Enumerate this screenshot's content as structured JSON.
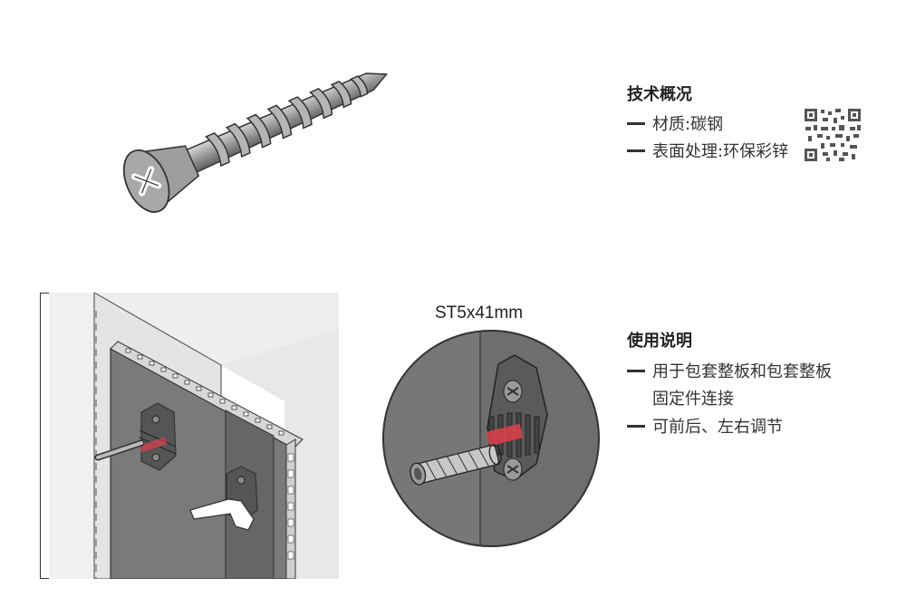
{
  "specs": {
    "title": "技术概况",
    "items": [
      "材质:碳钢",
      "表面处理:环保彩锌"
    ]
  },
  "usage": {
    "title": "使用说明",
    "item1_line1": "用于包套整板和包套整板",
    "item1_line2": "固定件连接",
    "item2": "可前后、左右调节"
  },
  "size_label": "ST5x41mm",
  "colors": {
    "text": "#333333",
    "panel_gray": "#7a7a7a",
    "accent_red": "#e0404a"
  }
}
